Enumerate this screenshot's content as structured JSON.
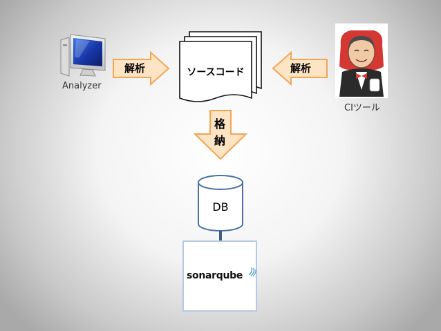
{
  "analyzer": {
    "label": "Analyzer"
  },
  "ci_tool": {
    "label": "CIツール"
  },
  "source_code": {
    "label": "ソースコード"
  },
  "arrows": {
    "left": {
      "label": "解析"
    },
    "right": {
      "label": "解析"
    },
    "down": {
      "label_line1": "格",
      "label_line2": "納"
    }
  },
  "db": {
    "label": "DB"
  },
  "sonarqube": {
    "logo_text": "sonarqube"
  },
  "colors": {
    "arrow_fill": "#fce4c4",
    "arrow_stroke": "#f5a552",
    "db_stroke": "#4a6fa5",
    "connector": "#3e5f8a",
    "monitor_screen": "#1d3fa0"
  }
}
